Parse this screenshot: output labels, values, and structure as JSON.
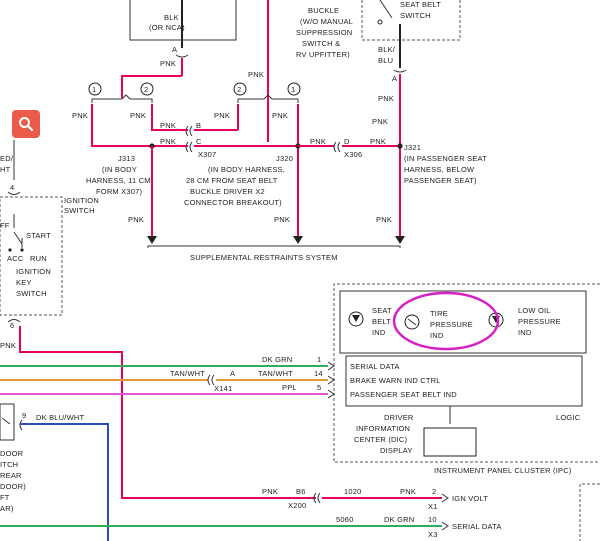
{
  "wires": {
    "blk": "#222222",
    "pnk": "#e8005c",
    "tan": "#e89a3a",
    "grn": "#2fae5a",
    "ppl": "#e655d6",
    "blu": "#2a4dc0",
    "highlight": "#d61fc4"
  },
  "top": {
    "blk_ornca": "BLK",
    "ornca": "(OR NCA)",
    "pin_a1": "A",
    "pnk_a1": "PNK",
    "buckle": [
      "BUCKLE",
      "(W/O MANUAL",
      "SUPPRESSION",
      "SWITCH &",
      "RV UPFITTER)"
    ],
    "seat_belt_switch": [
      "SEAT BELT",
      "SWITCH"
    ],
    "blk_blu": [
      "BLK/",
      "BLU"
    ],
    "pin_a2": "A",
    "pnk_a2": "PNK"
  },
  "left_top": {
    "bubble1": "1",
    "bubble2": "2",
    "pnk_l1": "PNK",
    "pnk_l2": "PNK",
    "pnk_b": "PNK",
    "pin_b": "B",
    "pnk_c": "PNK",
    "pin_c": "C",
    "x307": "X307",
    "j313": [
      "J313",
      "(IN BODY",
      "HARNESS, 11 CM",
      "FORM X307)"
    ]
  },
  "mid_top": {
    "pnk_top": "PNK",
    "bubble2": "2",
    "bubble1": "1",
    "pnk_m1": "PNK",
    "pnk_m2": "PNK",
    "j320": [
      "J320",
      "(IN BODY HARNESS,",
      "28 CM FROM SEAT BELT",
      "BUCKLE DRIVER X2",
      "CONNECTOR BREAKOUT)"
    ],
    "pnk_d": "PNK",
    "pin_d": "D",
    "x306": "X306",
    "pnk_r": "PNK"
  },
  "right_top": {
    "pnk_r2": "PNK",
    "j321": [
      "J321",
      "(IN PASSENGER SEAT",
      "HARNESS, BELOW",
      "PASSENGER SEAT)"
    ]
  },
  "lower_pnk": [
    "PNK",
    "PNK",
    "PNK"
  ],
  "srs": "SUPPLEMENTAL RESTRAINTS SYSTEM",
  "ignition": {
    "frag1": "ED/",
    "frag2": "HT",
    "pin4": "4",
    "label": [
      "IGNITION",
      "SWITCH"
    ],
    "ff": "FF",
    "start": "START",
    "acc": "ACC",
    "run": "RUN",
    "key": [
      "IGNITION",
      "KEY",
      "SWITCH"
    ],
    "pin6": "6",
    "pnk": "PNK"
  },
  "ipc": {
    "seat_belt_ind": [
      "SEAT",
      "BELT",
      "IND"
    ],
    "tire_pressure_ind": [
      "TIRE",
      "PRESSURE",
      "IND"
    ],
    "low_oil_ind": [
      "LOW OIL",
      "PRESSURE",
      "IND"
    ],
    "serial_data": "SERIAL DATA",
    "brake_warn": "BRAKE WARN IND CTRL",
    "pass_seat_belt": "PASSENGER SEAT BELT IND",
    "logic": "LOGIC",
    "dic": [
      "DRIVER",
      "INFORMATION",
      "CENTER (DIC)",
      "DISPLAY"
    ],
    "cluster": "INSTRUMENT PANEL CLUSTER (IPC)",
    "ign_volt": "IGN VOLT",
    "serial_data_2": "SERIAL DATA"
  },
  "signals": {
    "dk_grn": "DK GRN",
    "pin1": "1",
    "tan_wht_l": "TAN/WHT",
    "pin_a": "A",
    "tan_wht_r": "TAN/WHT",
    "pin14": "14",
    "x141": "X141",
    "ppl": "PPL",
    "pin5": "5"
  },
  "left_bottom": {
    "pin9": "9",
    "dk_blu_wht": "DK BLU/WHT",
    "door": [
      "DOOR",
      "ITCH",
      "REAR",
      "DOOR)",
      "FT",
      "AR)"
    ]
  },
  "bottom": {
    "pnk_b6": "PNK",
    "b6": "B6",
    "x200": "X200",
    "n1020": "1020",
    "pnk_x1": "PNK",
    "pin2": "2",
    "x1": "X1",
    "n5060": "5060",
    "dk_grn": "DK GRN",
    "pin10": "10",
    "x3": "X3"
  }
}
